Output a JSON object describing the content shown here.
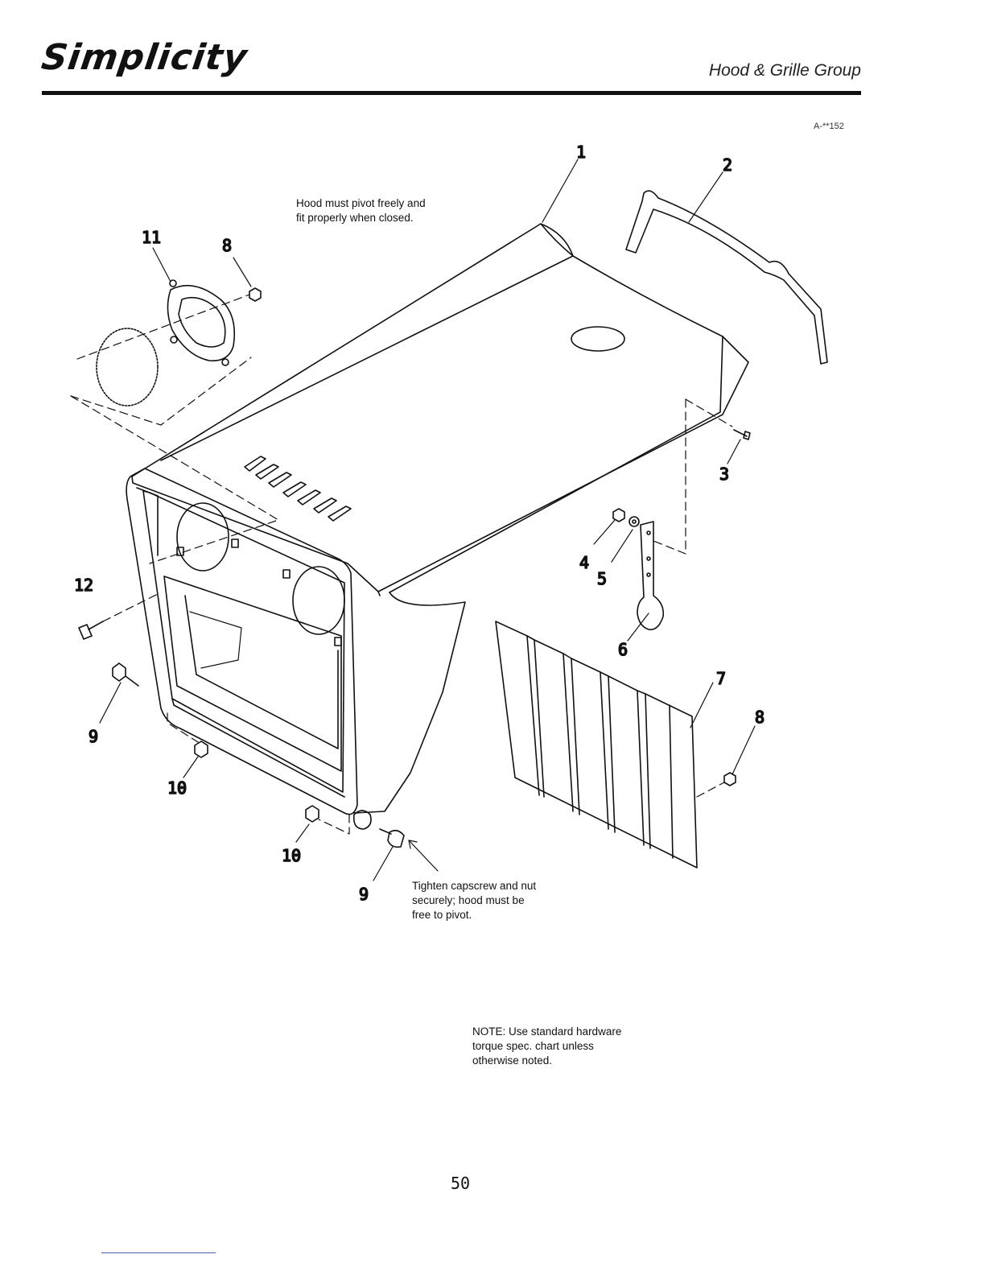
{
  "header": {
    "brand": "Simplicity",
    "section_title": "Hood & Grille Group"
  },
  "drawing_number": "A-**152",
  "notes": {
    "pivot_line1": "Hood must pivot freely and",
    "pivot_line2": "fit properly when closed.",
    "tighten_line1": "Tighten capscrew and nut",
    "tighten_line2": "securely; hood must be",
    "tighten_line3": "free to pivot.",
    "torque_line1": "NOTE: Use standard hardware",
    "torque_line2": "torque spec. chart unless",
    "torque_line3": "otherwise noted."
  },
  "callouts": {
    "c1": "1",
    "c2": "2",
    "c3": "3",
    "c4": "4",
    "c5": "5",
    "c6": "6",
    "c7": "7",
    "c8a": "8",
    "c8b": "8",
    "c9a": "9",
    "c9b": "9",
    "c10a": "10",
    "c10b": "10",
    "c11": "11",
    "c12": "12"
  },
  "page_number": "50",
  "colors": {
    "ink": "#111111",
    "paper": "#ffffff"
  }
}
